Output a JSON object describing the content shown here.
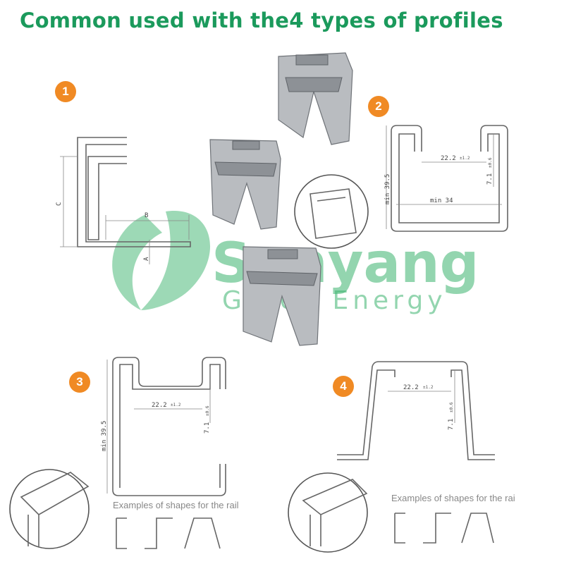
{
  "title": "Common used with the4 types of profiles",
  "badges": [
    "1",
    "2",
    "3",
    "4"
  ],
  "profile1": {
    "label_c": "C",
    "label_b": "B",
    "label_a": "A"
  },
  "profile_dims": {
    "height": "min 39.5",
    "inner_width": "22.2",
    "inner_tol": "±1.2",
    "lip": "7.1",
    "lip_tol": "±0.6",
    "width": "min 34"
  },
  "examples_label": "Examples of shapes for the rail",
  "examples_label_cut": "Examples of shapes for the rai",
  "watermark": {
    "brand": "Senyang",
    "tagline": "Green Energy"
  },
  "colors": {
    "title": "#1b9a5c",
    "badge": "#f08a24",
    "watermark": "#3cb46e"
  }
}
